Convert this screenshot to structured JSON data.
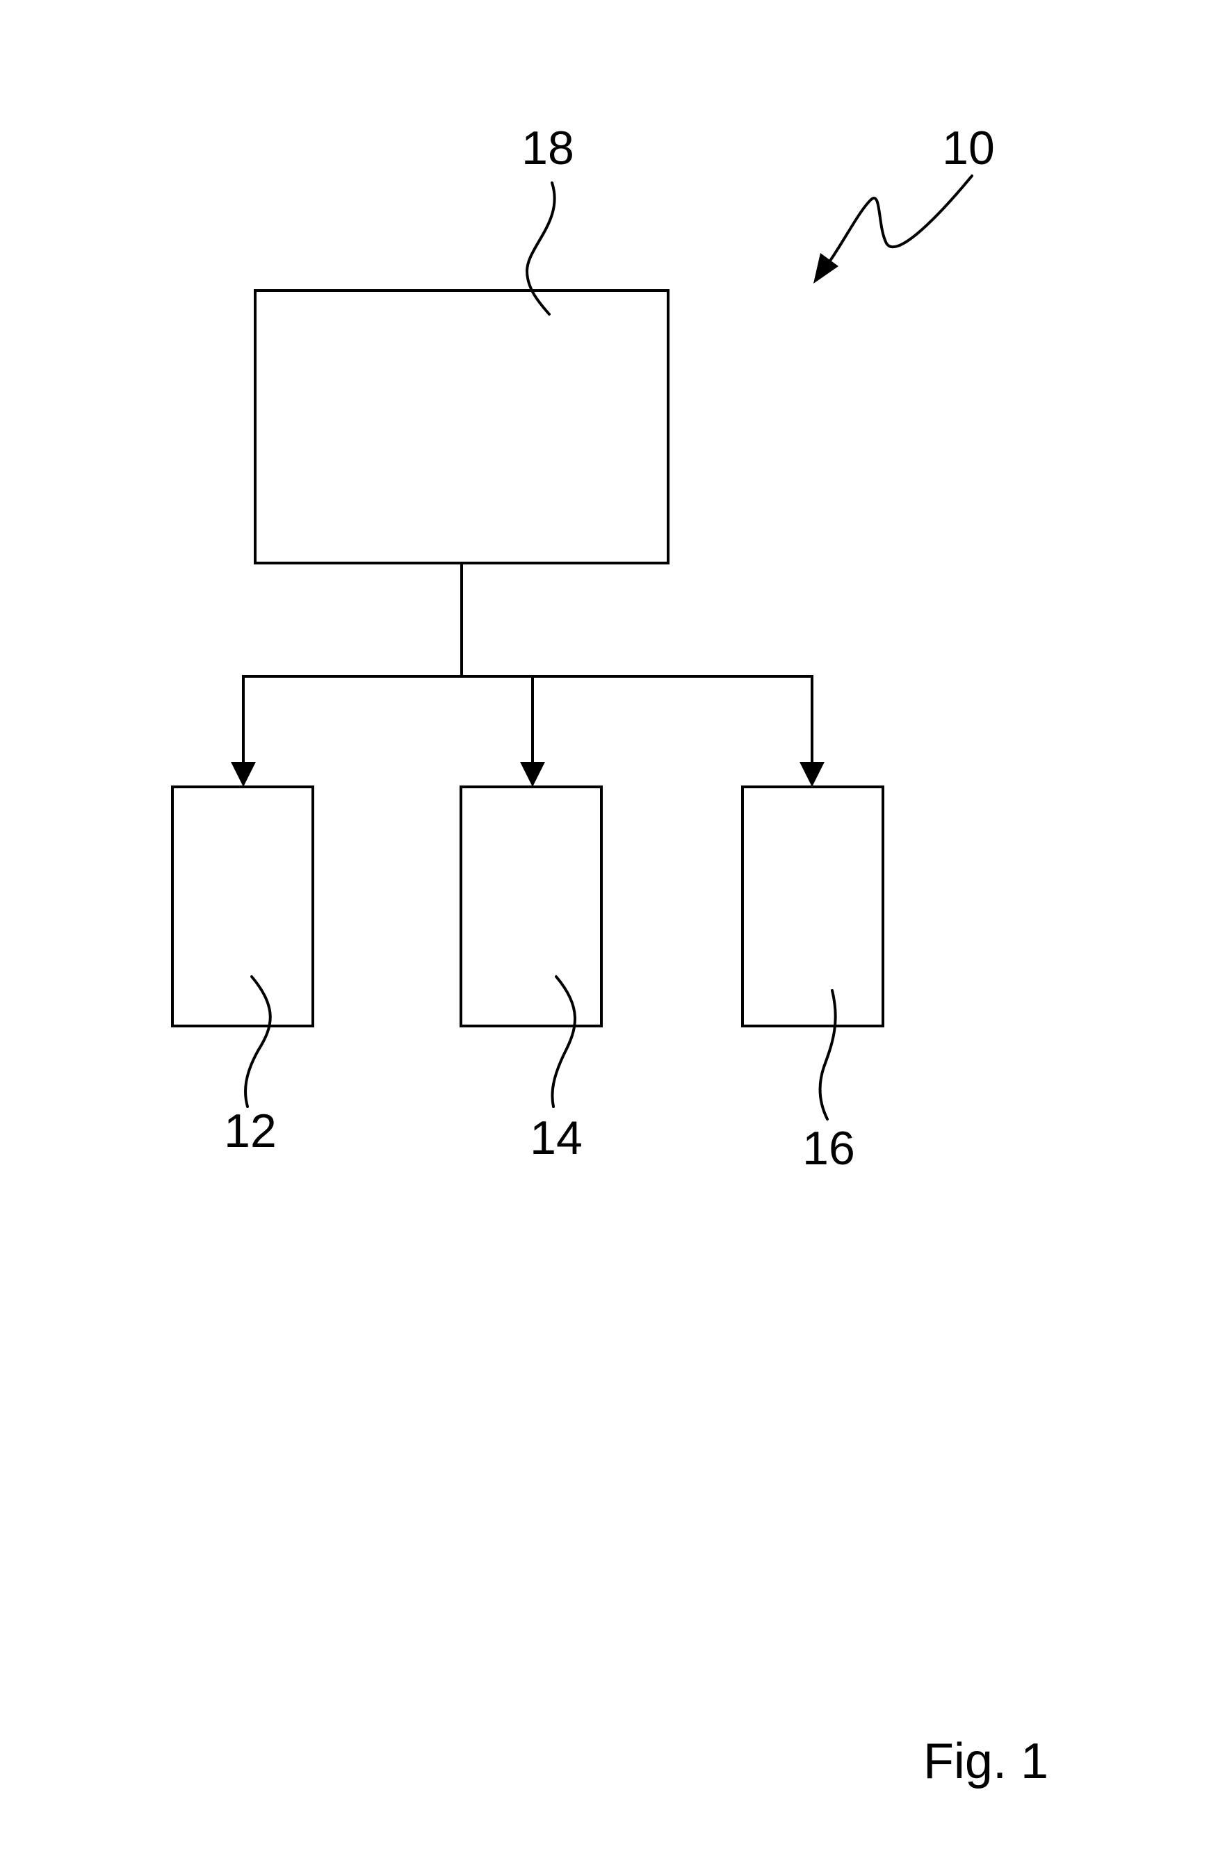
{
  "figure_label": "Fig. 1",
  "references": {
    "system": "10",
    "controller": "18",
    "unit_a": "12",
    "unit_b": "14",
    "unit_c": "16"
  }
}
